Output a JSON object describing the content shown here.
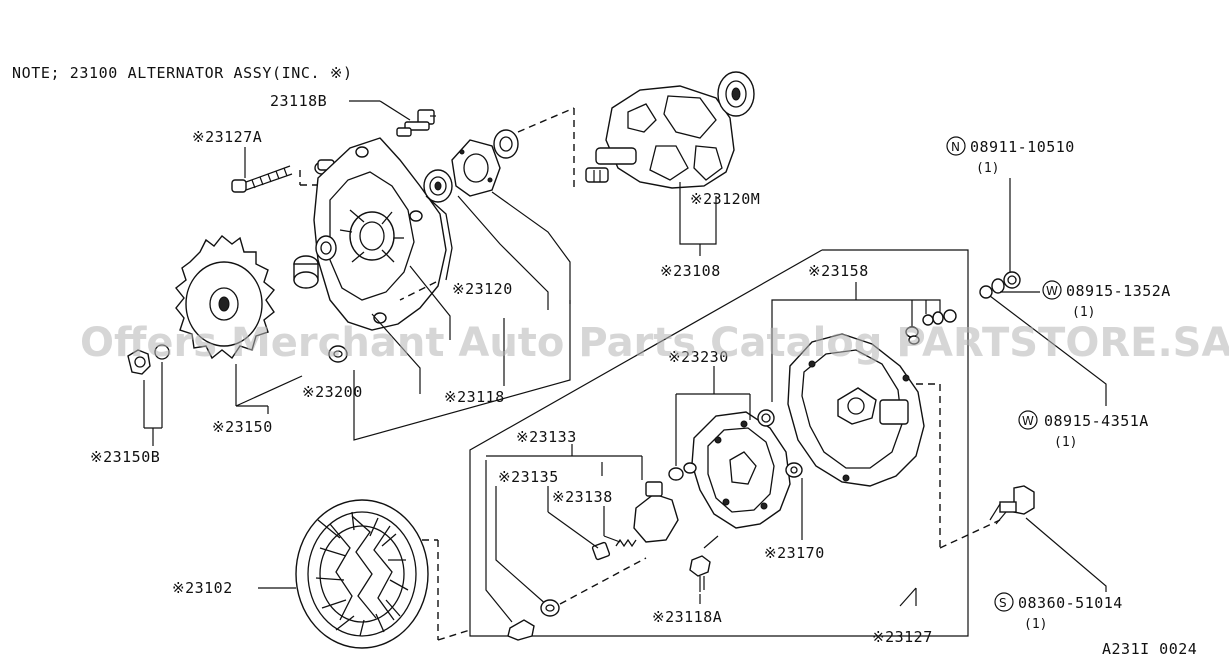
{
  "note": "NOTE; 23100 ALTERNATOR ASSY(INC. ※)",
  "watermark": "Offers Merchant Auto Parts Catalog PARTSTORE.SA",
  "diagram_code": "A231I 0024",
  "labels": {
    "p23118B": "23118B",
    "p23127A": "※23127A",
    "p23120M": "※23120M",
    "p23108": "※23108",
    "p23120": "※23120",
    "p23200": "※23200",
    "p23118": "※23118",
    "p23150": "※23150",
    "p23150B": "※23150B",
    "p23158": "※23158",
    "p23230": "※23230",
    "p23133": "※23133",
    "p23135": "※23135",
    "p23138": "※23138",
    "p23170": "※23170",
    "p23118A": "※23118A",
    "p23127": "※23127",
    "p23102": "※23102"
  },
  "fasteners": {
    "nut": {
      "prefix": "N",
      "code": "08911-10510",
      "qty": "(1)"
    },
    "washer1": {
      "prefix": "W",
      "code": "08915-1352A",
      "qty": "(1)"
    },
    "washer2": {
      "prefix": "W",
      "code": "08915-4351A",
      "qty": "(1)"
    },
    "screw": {
      "prefix": "S",
      "code": "08360-51014",
      "qty": "(1)"
    }
  }
}
